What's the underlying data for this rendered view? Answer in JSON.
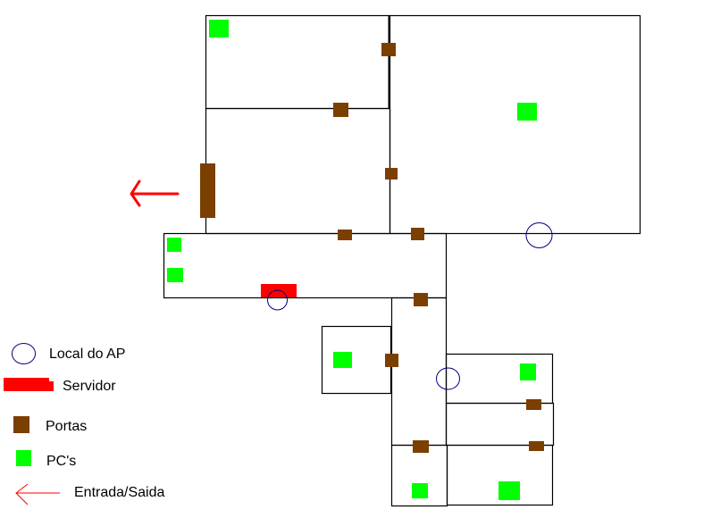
{
  "diagram": {
    "type": "floor-plan",
    "colors": {
      "wall": "#000000",
      "door": "#7b3f00",
      "pc": "#00ff00",
      "server": "#ff0000",
      "ap": "#000080",
      "exit_arrow": "#ff0000"
    }
  },
  "legend": {
    "items": [
      {
        "symbol": "ap-circle",
        "label": "Local do AP"
      },
      {
        "symbol": "server-block",
        "label": "Servidor"
      },
      {
        "symbol": "door-square",
        "label": "Portas"
      },
      {
        "symbol": "pc-square",
        "label": "PC's"
      },
      {
        "symbol": "exit-arrow",
        "label": "Entrada/Saida"
      }
    ]
  }
}
